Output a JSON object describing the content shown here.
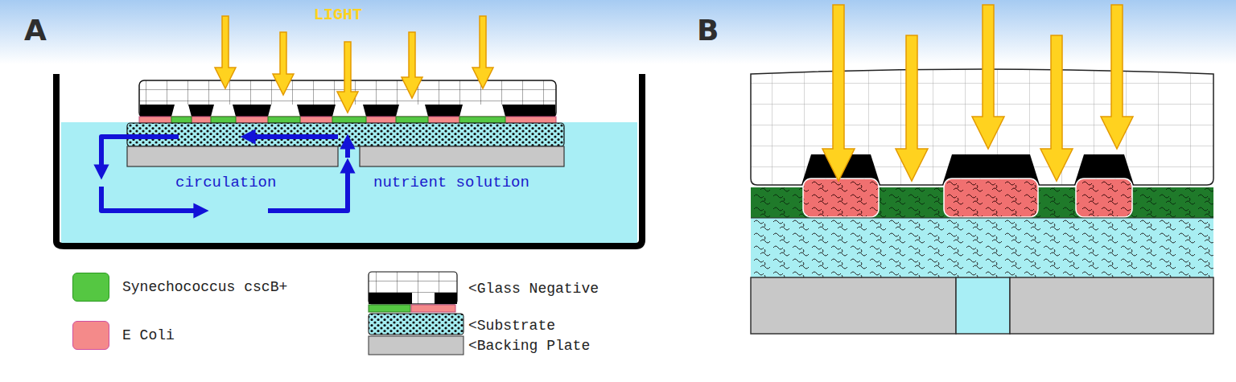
{
  "diagram": {
    "labels": [
      "A",
      "LIGHT",
      "B",
      "circulation",
      "nutrient solution"
    ],
    "legend": [
      {
        "text": "Synechococcus cscB+",
        "color": "#55c742"
      },
      {
        "text": "E Coli",
        "color": "#f48a8a"
      },
      {
        "text": "<Glass Negative"
      },
      {
        "text": "<Substrate"
      },
      {
        "text": "<Backing Plate"
      }
    ]
  }
}
